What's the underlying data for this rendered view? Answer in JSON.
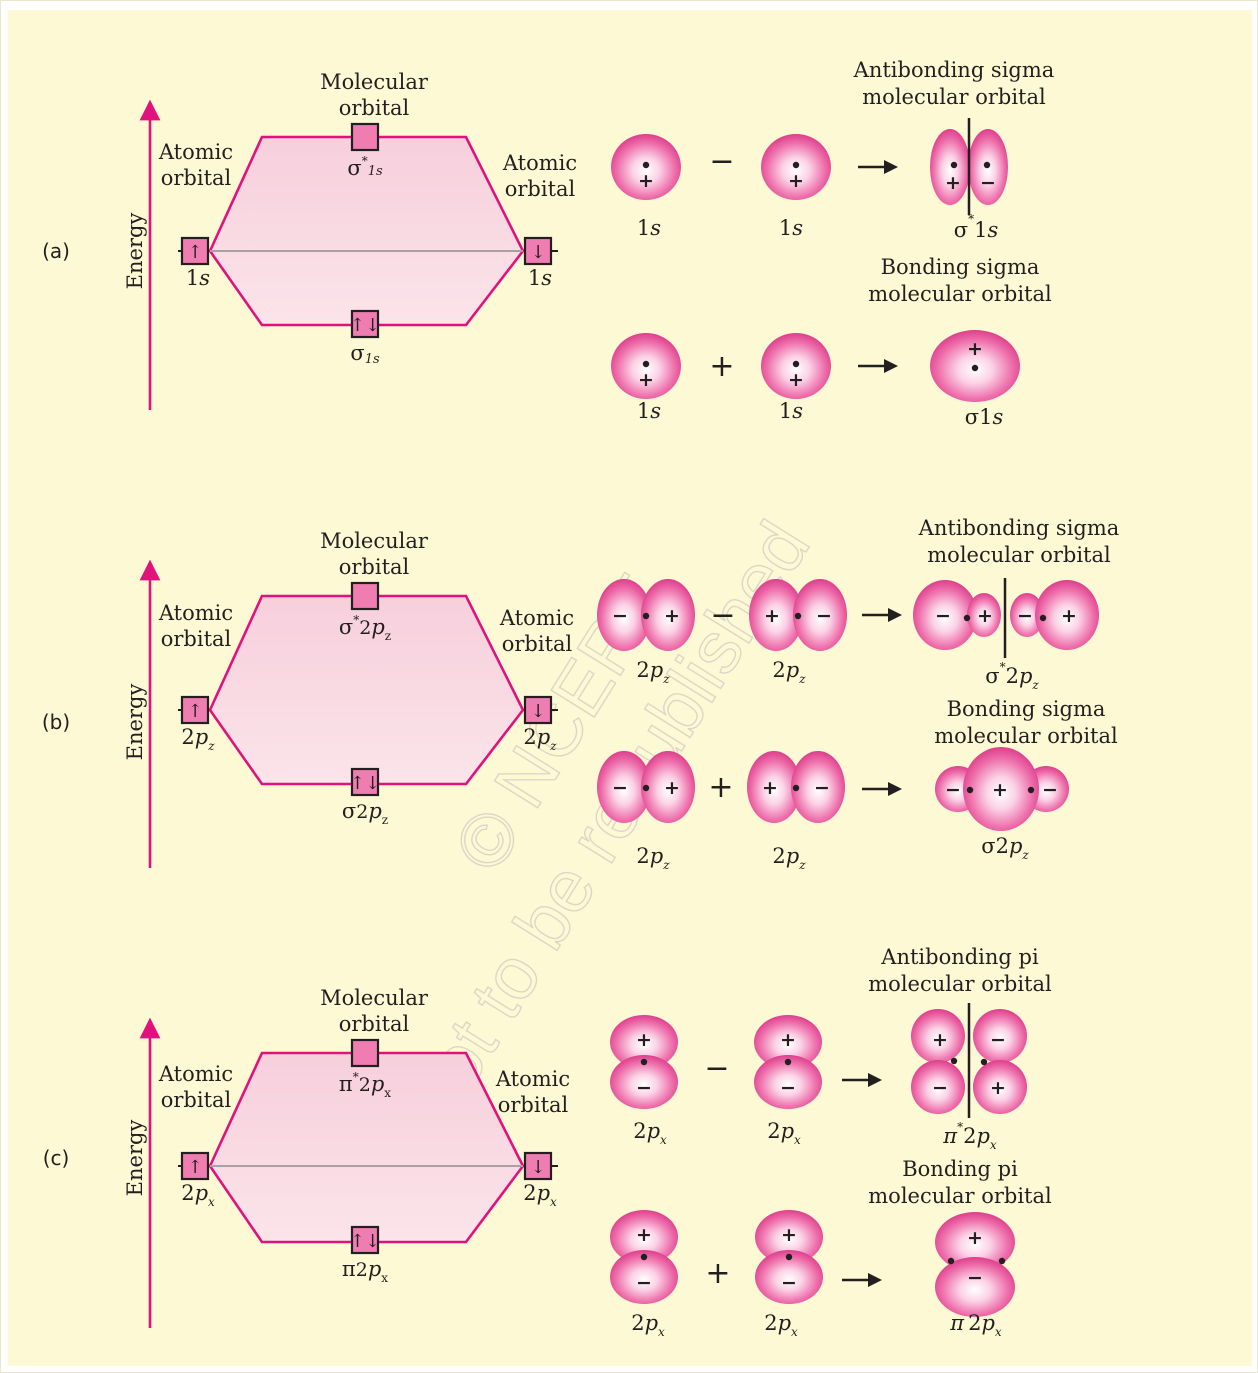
{
  "colors": {
    "background": "#fdf9d4",
    "accent": "#e0127d",
    "lobe": "#ec6ba6",
    "box": "#ef7db1"
  },
  "watermark": {
    "line1": "© NCERT",
    "line2": "not to be republished"
  },
  "panels": [
    {
      "tag": "(a)",
      "energy": "Energy",
      "mo_label": [
        "Molecular",
        "orbital"
      ],
      "ao_left_label": [
        "Atomic",
        "orbital"
      ],
      "ao_right_label": [
        "Atomic",
        "orbital"
      ],
      "ao_left": {
        "main": "1",
        "it": "s",
        "sub": ""
      },
      "ao_right": {
        "main": "1",
        "it": "s",
        "sub": ""
      },
      "mo_top": {
        "main": "σ",
        "star": "*",
        "sub": "1s"
      },
      "mo_bottom": {
        "main": "σ",
        "sub": "1s"
      },
      "spin_left": "↑",
      "spin_right": "↓",
      "spin_bottom": "↑↓",
      "antibonding_title": [
        "Antibonding sigma",
        "molecular orbital"
      ],
      "bonding_title": [
        "Bonding sigma",
        "molecular orbital"
      ],
      "ab_eq": {
        "operator": "−",
        "ao1": "1s",
        "ao2": "1s",
        "result": "σ*1s",
        "signs1": [
          "+"
        ],
        "signs2": [
          "+"
        ],
        "result_signs": [
          "+",
          "−"
        ]
      },
      "b_eq": {
        "operator": "+",
        "ao1": "1s",
        "ao2": "1s",
        "result": "σ1s",
        "signs1": [
          "+"
        ],
        "signs2": [
          "+"
        ],
        "result_signs": [
          "+"
        ]
      }
    },
    {
      "tag": "(b)",
      "energy": "Energy",
      "mo_label": [
        "Molecular",
        "orbital"
      ],
      "ao_left_label": [
        "Atomic",
        "orbital"
      ],
      "ao_right_label": [
        "Atomic",
        "orbital"
      ],
      "ao_left": {
        "main": "2",
        "it": "p",
        "sub": "z"
      },
      "ao_right": {
        "main": "2",
        "it": "p",
        "sub": "z"
      },
      "mo_top": {
        "main": "σ",
        "star": "*",
        "sub": "2pz"
      },
      "mo_bottom": {
        "main": "σ",
        "sub": "2pz"
      },
      "spin_left": "↑",
      "spin_right": "↓",
      "spin_bottom": "↑↓",
      "antibonding_title": [
        "Antibonding sigma",
        "molecular orbital"
      ],
      "bonding_title": [
        "Bonding sigma",
        "molecular orbital"
      ],
      "ab_eq": {
        "operator": "−",
        "ao1": "2pz",
        "ao2": "2pz",
        "result": "σ*2pz",
        "signs1": [
          "−",
          "+"
        ],
        "signs2": [
          "+",
          "−"
        ],
        "result_signs": [
          "−",
          "+",
          "−",
          "+"
        ]
      },
      "b_eq": {
        "operator": "+",
        "ao1": "2pz",
        "ao2": "2pz",
        "result": "σ2pz",
        "signs1": [
          "−",
          "+"
        ],
        "signs2": [
          "+",
          "−"
        ],
        "result_signs": [
          "−",
          "+",
          "−"
        ]
      }
    },
    {
      "tag": "(c)",
      "energy": "Energy",
      "mo_label": [
        "Molecular",
        "orbital"
      ],
      "ao_left_label": [
        "Atomic",
        "orbital"
      ],
      "ao_right_label": [
        "Atomic",
        "orbital"
      ],
      "ao_left": {
        "main": "2",
        "it": "p",
        "sub": "x"
      },
      "ao_right": {
        "main": "2",
        "it": "p",
        "sub": "x"
      },
      "mo_top": {
        "main": "π",
        "star": "*",
        "sub": "2px"
      },
      "mo_bottom": {
        "main": "π",
        "sub": "2px"
      },
      "spin_left": "↑",
      "spin_right": "↓",
      "spin_bottom": "↑↓",
      "antibonding_title": [
        "Antibonding pi",
        "molecular orbital"
      ],
      "bonding_title": [
        "Bonding pi",
        "molecular orbital"
      ],
      "ab_eq": {
        "operator": "−",
        "ao1": "2px",
        "ao2": "2px",
        "result": "π*2px",
        "signs1": [
          "+",
          "−"
        ],
        "signs2": [
          "+",
          "−"
        ],
        "result_signs": [
          "+",
          "−",
          "−",
          "+"
        ]
      },
      "b_eq": {
        "operator": "+",
        "ao1": "2px",
        "ao2": "2px",
        "result": "π2px",
        "signs1": [
          "+",
          "−"
        ],
        "signs2": [
          "+",
          "−"
        ],
        "result_signs": [
          "+",
          "−"
        ]
      }
    }
  ]
}
